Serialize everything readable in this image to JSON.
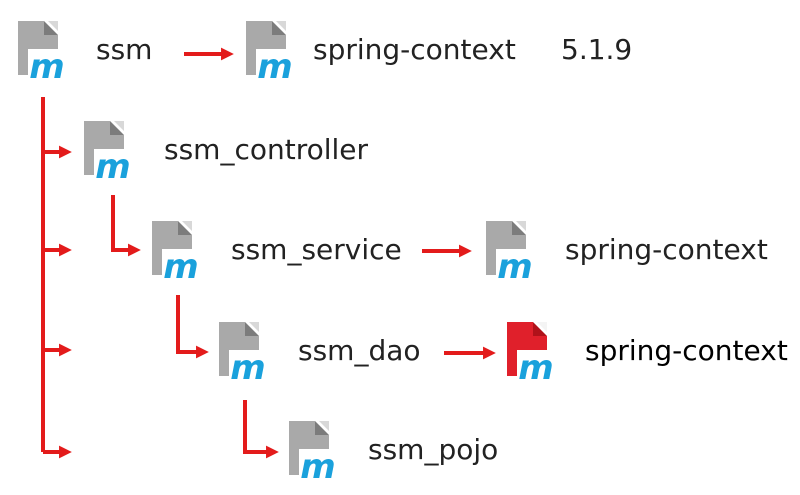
{
  "colors": {
    "arrow": "#e31b1b",
    "module_gray": "#a9a9a9",
    "module_red": "#e0202b",
    "m_letter": "#1aa1dc"
  },
  "icons": {
    "module": "maven-module-icon",
    "module_conflict": "maven-module-icon-highlighted"
  },
  "modules": {
    "ssm": "ssm",
    "controller": "ssm_controller",
    "service": "ssm_service",
    "dao": "ssm_dao",
    "pojo": "ssm_pojo"
  },
  "dependencies": {
    "ssm_dep": {
      "name": "spring-context",
      "version": "5.1.9"
    },
    "service_dep": {
      "name": "spring-context"
    },
    "dao_dep": {
      "name": "spring-context"
    }
  }
}
